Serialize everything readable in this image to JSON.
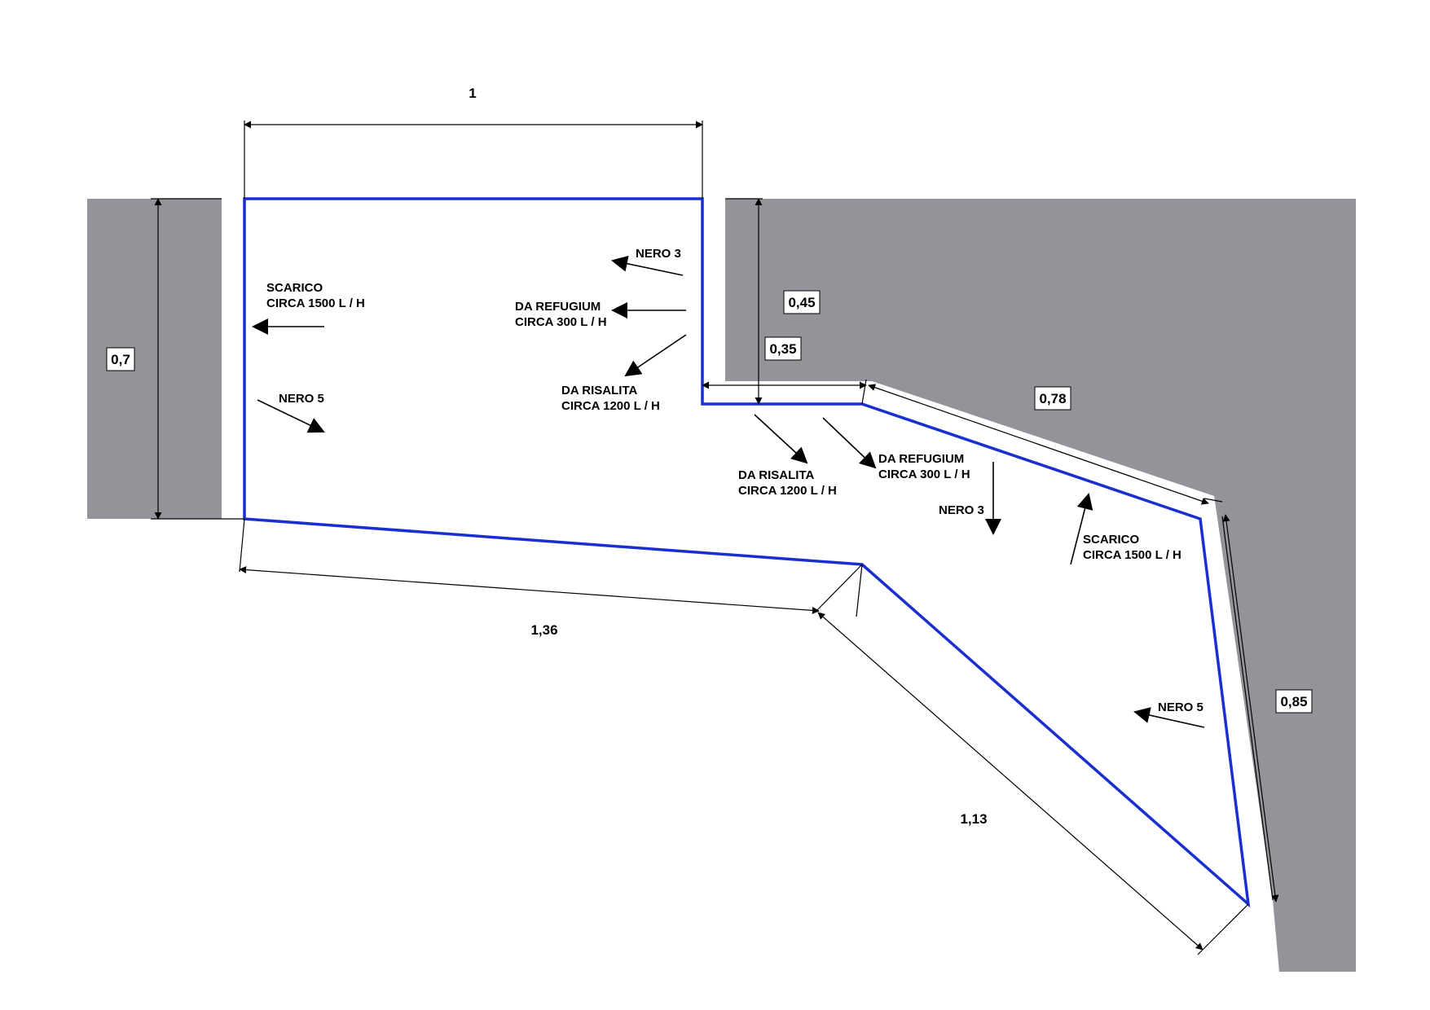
{
  "colors": {
    "wall": "#939399",
    "tank_outline": "#1a2fd0",
    "line": "#000000",
    "background": "#ffffff"
  },
  "dimensions": {
    "top_width": "1",
    "left_height": "0,7",
    "step_height": "0,45",
    "step_depth": "0,35",
    "slanted_top": "0,78",
    "right_side": "0,85",
    "bottom_left": "1,36",
    "bottom_right": "1,13"
  },
  "labels": {
    "scarico_left_1": "SCARICO",
    "scarico_left_2": "CIRCA 1500 L / H",
    "nero5_left": "NERO 5",
    "nero3_top": "NERO 3",
    "refugium_top_1": "DA REFUGIUM",
    "refugium_top_2": "CIRCA 300 L / H",
    "risalita_top_1": "DA RISALITA",
    "risalita_top_2": "CIRCA 1200 L / H",
    "risalita_mid_1": "DA RISALITA",
    "risalita_mid_2": "CIRCA 1200 L / H",
    "refugium_mid_1": "DA REFUGIUM",
    "refugium_mid_2": "CIRCA 300 L / H",
    "nero3_mid": "NERO 3",
    "scarico_right_1": "SCARICO",
    "scarico_right_2": "CIRCA 1500 L / H",
    "nero5_right": "NERO 5"
  }
}
